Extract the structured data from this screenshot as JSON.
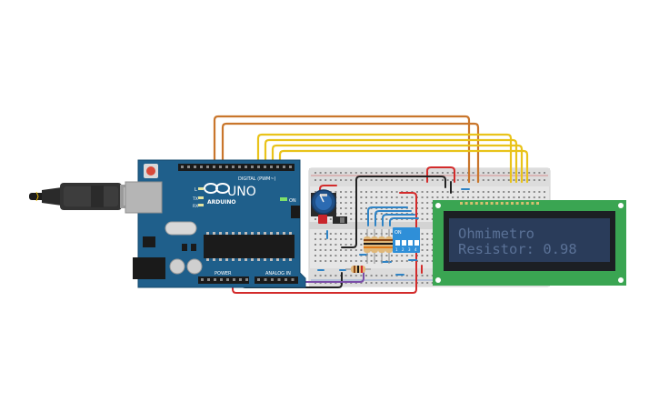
{
  "board": {
    "logo_text": "UNO",
    "brand_text": "ARDUINO",
    "digital_label": "DIGITAL (PWM~)",
    "power_label": "POWER",
    "analog_label": "ANALOG IN",
    "on_label": "ON",
    "l_label": "L",
    "tx_label": "TX",
    "rx_label": "RX",
    "colors": {
      "pcb": "#1f5f8b",
      "header": "#1a1a1a"
    }
  },
  "dip_switch": {
    "on_label": "ON",
    "pin_labels": [
      "1",
      "2",
      "3",
      "4"
    ],
    "color": "#2f8fd8"
  },
  "lcd": {
    "line1": "Ohmimetro",
    "line2": "Resistor: 0.98",
    "colors": {
      "pcb": "#3aa552",
      "bezel": "#1c1f23",
      "screen": "#2a3c5a",
      "text": "#5a7196"
    }
  },
  "wire_colors": {
    "orange": "#c9762c",
    "yellow": "#e9c31a",
    "red": "#d32b2b",
    "black": "#222222",
    "blue": "#2e83c5",
    "purple": "#7b4ea8"
  }
}
